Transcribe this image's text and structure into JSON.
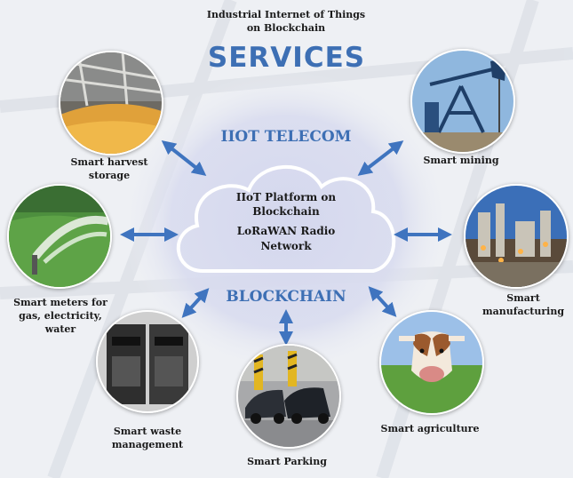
{
  "header": {
    "subtitle_line1": "Industrial Internet of Things",
    "subtitle_line2": "on Blockchain",
    "title": "SERVICES"
  },
  "core": {
    "top_label": "IIOT TELECOM",
    "bottom_label": "BLOCKCHAIN",
    "cloud_line1": "IIoT Platform on",
    "cloud_line2": "Blockchain",
    "cloud_line3": "LoRaWAN Radio",
    "cloud_line4": "Network"
  },
  "services": {
    "harvest": {
      "line1": "Smart harvest",
      "line2": "storage",
      "icon": "grain-warehouse-photo"
    },
    "mining": {
      "line1": "Smart mining",
      "icon": "oil-pumpjack-photo"
    },
    "meters": {
      "line1": "Smart meters for",
      "line2": "gas, electricity,",
      "line3": "water",
      "icon": "sprinkler-field-photo"
    },
    "manufacturing": {
      "line1": "Smart",
      "line2": "manufacturing",
      "icon": "industrial-plant-photo"
    },
    "waste": {
      "line1": "Smart waste",
      "line2": "management",
      "icon": "waste-bins-photo"
    },
    "parking": {
      "line1": "Smart Parking",
      "icon": "parked-cars-photo"
    },
    "agriculture": {
      "line1": "Smart agriculture",
      "icon": "cow-photo"
    }
  },
  "colors": {
    "accent_blue": "#3d6fb4",
    "arrow_blue": "#3f74bf",
    "glow": "#c9cde6"
  }
}
